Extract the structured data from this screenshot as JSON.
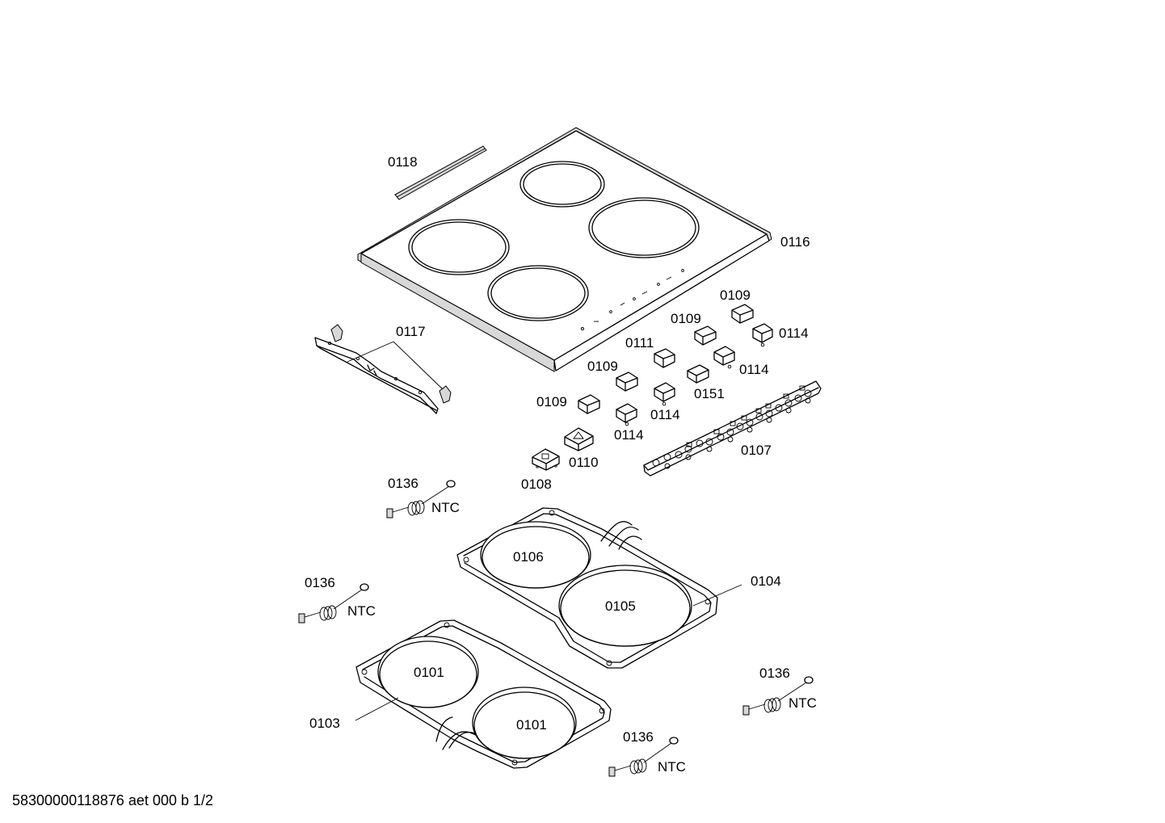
{
  "labels": {
    "p0118": "0118",
    "p0116": "0116",
    "p0117": "0117",
    "p0109_a": "0109",
    "p0109_b": "0109",
    "p0109_c": "0109",
    "p0109_d": "0109",
    "p0111": "0111",
    "p0114_a": "0114",
    "p0114_b": "0114",
    "p0114_c": "0114",
    "p0114_d": "0114",
    "p0151": "0151",
    "p0110": "0110",
    "p0108": "0108",
    "p0107": "0107",
    "p0136_a": "0136",
    "p0136_b": "0136",
    "p0136_c": "0136",
    "p0136_d": "0136",
    "ntc_a": "NTC",
    "ntc_b": "NTC",
    "ntc_c": "NTC",
    "ntc_d": "NTC",
    "p0106": "0106",
    "p0105": "0105",
    "p0104": "0104",
    "p0101_a": "0101",
    "p0101_b": "0101",
    "p0103": "0103"
  },
  "footer": {
    "drawing_id": "58300000118876 aet 000 b 1/2"
  }
}
